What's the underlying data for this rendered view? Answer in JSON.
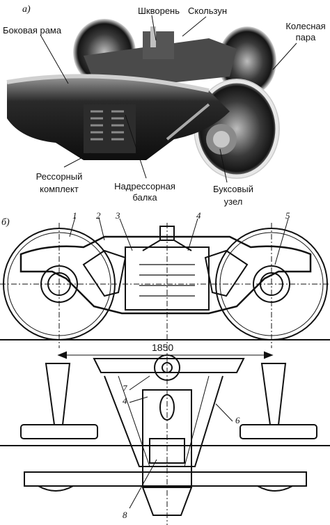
{
  "part_a": {
    "marker": "а)",
    "labels": {
      "side_frame": "Боковая рама",
      "king_pin": "Шкворень",
      "side_bearing": "Скользун",
      "wheelset_line1": "Колесная",
      "wheelset_line2": "пара",
      "spring_set_line1": "Рессорный",
      "spring_set_line2": "комплект",
      "bolster_line1": "Надрессорная",
      "bolster_line2": "балка",
      "axle_box_line1": "Буксовый",
      "axle_box_line2": "узел"
    }
  },
  "part_b": {
    "marker": "б)",
    "callouts": [
      "1",
      "2",
      "3",
      "4",
      "5",
      "7",
      "4",
      "6",
      "8"
    ],
    "dimension": "1850"
  }
}
